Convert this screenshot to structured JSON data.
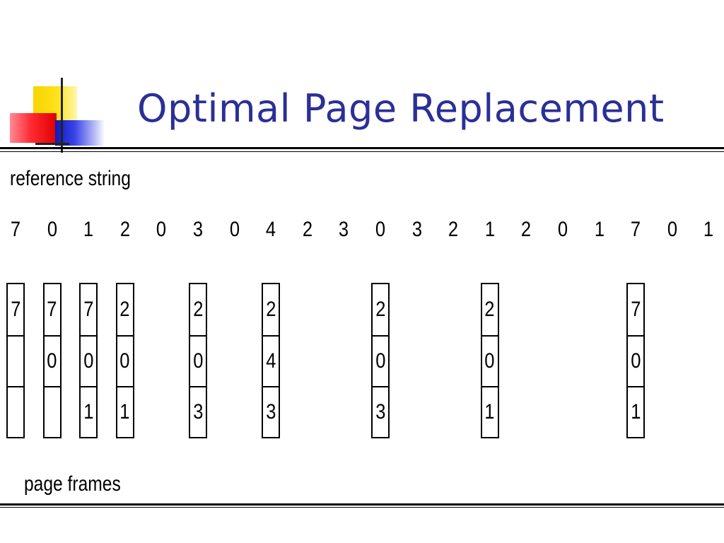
{
  "title": "Optimal Page Replacement",
  "reference_label": "reference string",
  "page_frames_label": "page frames",
  "reference_string": [
    "7",
    "0",
    "1",
    "2",
    "0",
    "3",
    "0",
    "4",
    "2",
    "3",
    "0",
    "3",
    "2",
    "1",
    "2",
    "0",
    "1",
    "7",
    "0",
    "1"
  ],
  "frames": [
    {
      "ref_index": 0,
      "cells": [
        "7",
        "",
        ""
      ]
    },
    {
      "ref_index": 1,
      "cells": [
        "7",
        "0",
        ""
      ]
    },
    {
      "ref_index": 2,
      "cells": [
        "7",
        "0",
        "1"
      ]
    },
    {
      "ref_index": 3,
      "cells": [
        "2",
        "0",
        "1"
      ]
    },
    {
      "ref_index": 5,
      "cells": [
        "2",
        "0",
        "3"
      ]
    },
    {
      "ref_index": 7,
      "cells": [
        "2",
        "4",
        "3"
      ]
    },
    {
      "ref_index": 10,
      "cells": [
        "2",
        "0",
        "3"
      ]
    },
    {
      "ref_index": 13,
      "cells": [
        "2",
        "0",
        "1"
      ]
    },
    {
      "ref_index": 17,
      "cells": [
        "7",
        "0",
        "1"
      ]
    }
  ],
  "colors": {
    "title": "#2b2f96",
    "logo_yellow": "#ffe21a",
    "logo_red": "#ff2a32",
    "logo_blue": "#1018b8"
  }
}
